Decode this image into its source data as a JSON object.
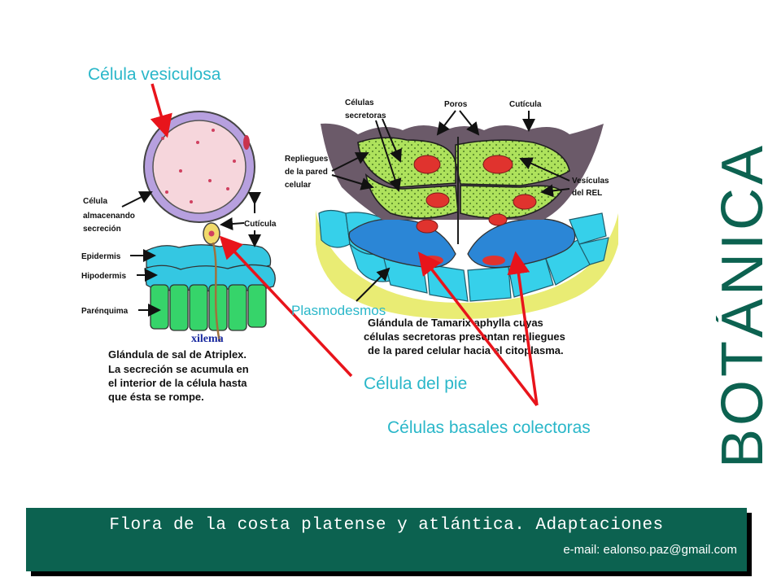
{
  "slide": {
    "vertical_title": "BOTÁNICA",
    "footer_title": "Flora de la costa platense y atlántica. Adaptaciones",
    "footer_email": "e-mail: ealonso.paz@gmail.com"
  },
  "left_diagram": {
    "label_vesiculosa": "Célula vesiculosa",
    "label_almacenando": [
      "Célula",
      "almacenando",
      "secreción"
    ],
    "label_cuticula": "Cutícula",
    "label_epidermis": "Epidermis",
    "label_hipodermis": "Hipodermis",
    "label_parenquima": "Parénquima",
    "label_xilema": "xilema",
    "caption_lines": [
      "Glándula de sal de Atriplex.",
      "La secreción se acumula en",
      "el interior de la célula hasta",
      "que ésta se rompe."
    ],
    "label_celula_pie": "Célula del pie"
  },
  "right_diagram": {
    "label_celulas_secretoras": [
      "Células",
      "secretoras"
    ],
    "label_poros": "Poros",
    "label_cuticula": "Cutícula",
    "label_repliegues": [
      "Repliegues",
      "de la pared",
      "celular"
    ],
    "label_vesiculas": [
      "Vesículas",
      "del REL"
    ],
    "label_plasmodesmos": "Plasmodesmos",
    "caption_lines": [
      "Glándula de Tamarix aphylla cuyas",
      "células secretoras presentan repliegues",
      "de la pared celular hacia el citoplasma."
    ],
    "label_basales": "Células basales colectoras"
  },
  "colors": {
    "accent_red": "#e8141b",
    "label_cyan": "#2ab7c9",
    "title_green": "#0c6250",
    "footer_bg": "#0c6250"
  }
}
